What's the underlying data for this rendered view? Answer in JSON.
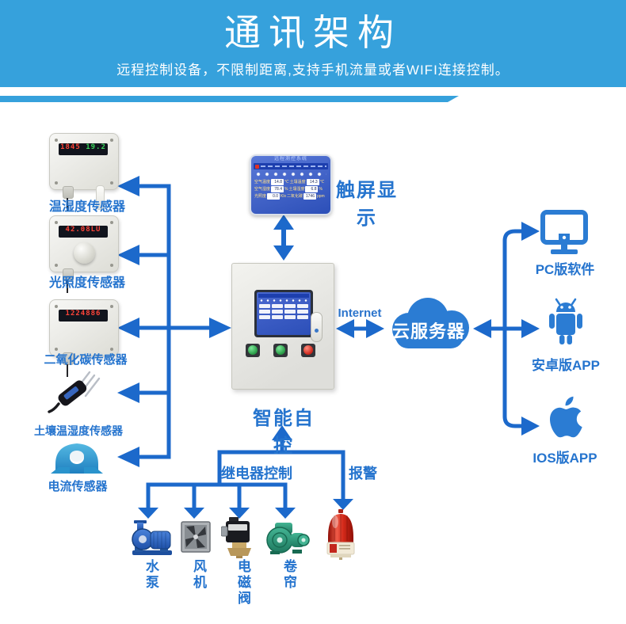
{
  "header": {
    "title": "通讯架构",
    "subtitle": "远程控制设备，不限制距离,支持手机流量或者WIFI连接控制。"
  },
  "colors": {
    "header_bg": "#36a1dc",
    "line_blue": "#1c69cb",
    "label_blue": "#2574ce",
    "icon_blue": "#2b7cd3"
  },
  "sensors": [
    {
      "label": "温湿度传感器",
      "display_red": "1845",
      "display_green": "19.2"
    },
    {
      "label": "光照度传感器",
      "display_red": "42.08LU"
    },
    {
      "label": "二氧化碳传感器",
      "display_red": "1224886"
    },
    {
      "label": "土壤温湿度传感器"
    },
    {
      "label": "电流传感器"
    }
  ],
  "touchscreen": {
    "label": "触屏显示",
    "screen_title": "远程测控系统",
    "rows": [
      {
        "l1": "空气温度",
        "v1": "14.8",
        "u1": "℃",
        "l2": "土壤温度",
        "v2": "14.3",
        "u2": "℃"
      },
      {
        "l1": "空气湿度",
        "v1": "78.4",
        "u1": "%",
        "l2": "土壤湿度",
        "v2": "6.8",
        "u2": "%"
      },
      {
        "l1": "光照度",
        "v1": "0.0",
        "u1": "Klx",
        "l2": "二氧化碳",
        "v2": "1746",
        "u2": "ppm"
      }
    ]
  },
  "cabinet": {
    "label": "智能自控"
  },
  "cloud": {
    "label": "云服务器",
    "internet_label": "Internet"
  },
  "clients": [
    {
      "label": "PC版软件"
    },
    {
      "label": "安卓版APP"
    },
    {
      "label": "IOS版APP"
    }
  ],
  "control": {
    "relay_label": "继电器控制",
    "alarm_label": "报警",
    "devices": [
      {
        "label": "水泵"
      },
      {
        "label": "风机"
      },
      {
        "label": "电磁阀"
      },
      {
        "label": "卷帘"
      }
    ]
  }
}
